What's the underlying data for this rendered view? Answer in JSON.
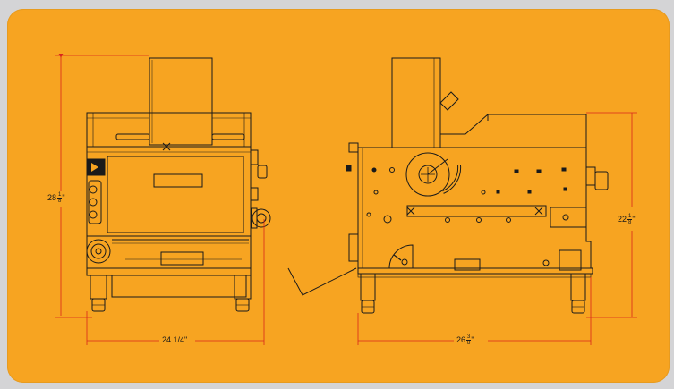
{
  "dimensions": {
    "front_height": {
      "whole": "28",
      "num": "1",
      "den": "8"
    },
    "front_width": {
      "text": "24 1/4\""
    },
    "side_width": {
      "whole": "26",
      "num": "3",
      "den": "8"
    },
    "side_height": {
      "whole": "22",
      "num": "1",
      "den": "8"
    }
  },
  "colors": {
    "background": "#f7a421",
    "outer": "#d4d4d6",
    "line": "#1a1a1a",
    "dimension_line": "#d9261c"
  }
}
